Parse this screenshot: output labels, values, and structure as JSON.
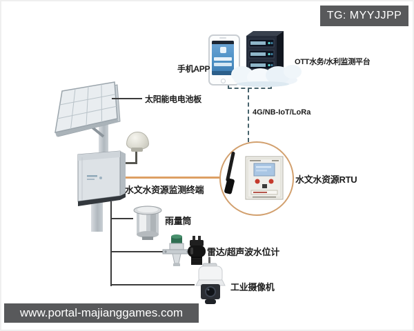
{
  "badge": {
    "text": "TG: MYYJJPP"
  },
  "watermark": {
    "text": "www.portal-majianggames.com"
  },
  "colors": {
    "badge_bg": "#58595b",
    "watermark_bg": "#58595b",
    "rtu_circle_border": "#d2a06e",
    "rtu_link_line": "#dd9f63",
    "dashed_line": "#46626b",
    "solid_line": "#3a3a3a",
    "label_text": "#1c1c1c"
  },
  "diagram": {
    "labels": {
      "phone_app": "手机APP",
      "platform": "OTT水务/水利监测平台",
      "network": "4G/NB-IoT/LoRa",
      "solar_panel": "太阳能电电池板",
      "terminal": "水文水资源监测终端",
      "rtu": "水文水资源RTU",
      "rain_gauge": "雨量筒",
      "water_level_meter": "雷达/超声波水位计",
      "camera": "工业摄像机"
    }
  }
}
